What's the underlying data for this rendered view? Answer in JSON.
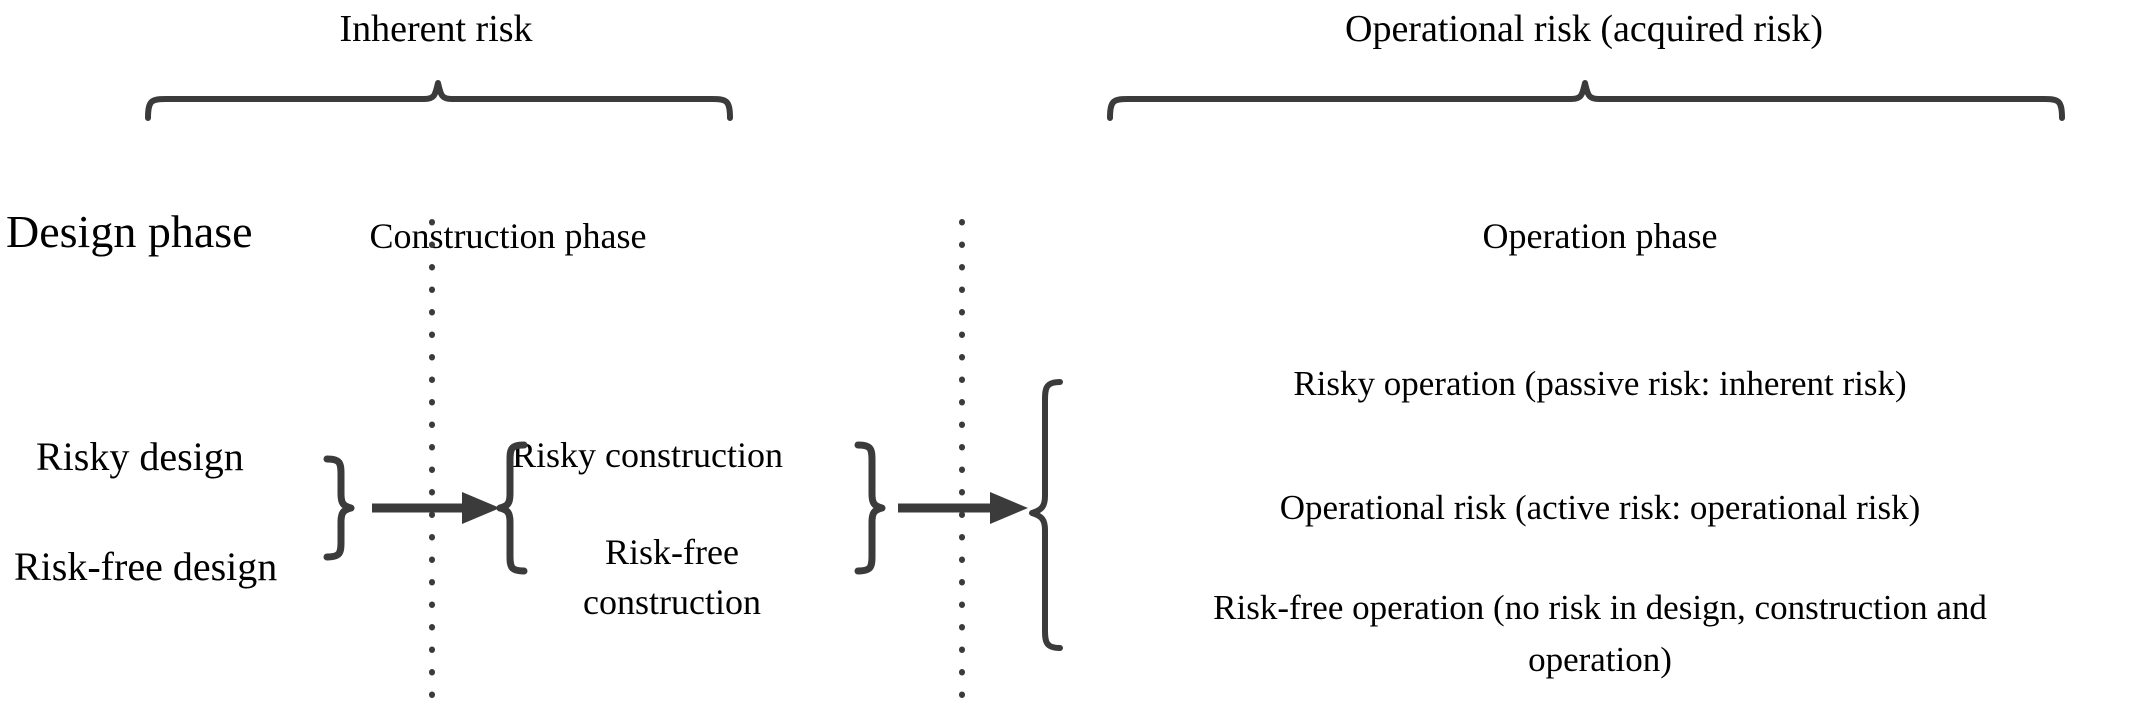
{
  "diagram": {
    "title_groups": [
      {
        "id": "inherent-risk",
        "label": "Inherent risk"
      },
      {
        "id": "operational-risk",
        "label": "Operational risk (acquired risk)"
      }
    ],
    "phases": [
      {
        "id": "design",
        "label": "Design phase"
      },
      {
        "id": "construction",
        "label": "Construction phase"
      },
      {
        "id": "operation",
        "label": "Operation phase"
      }
    ],
    "design_items": [
      {
        "id": "risky-design",
        "label": "Risky design"
      },
      {
        "id": "risk-free-design",
        "label": "Risk-free design"
      }
    ],
    "construction_items": [
      {
        "id": "risky-construction",
        "label": "Risky construction"
      },
      {
        "id": "risk-free-construction-line1",
        "label": "Risk-free"
      },
      {
        "id": "risk-free-construction-line2",
        "label": "construction"
      }
    ],
    "operation_items": [
      {
        "id": "risky-operation",
        "label": "Risky operation (passive risk: inherent risk)"
      },
      {
        "id": "operational-risk-active",
        "label": "Operational risk (active risk: operational risk)"
      },
      {
        "id": "risk-free-operation-line1",
        "label": "Risk-free operation (no risk in design, construction and"
      },
      {
        "id": "risk-free-operation-line2",
        "label": "operation)"
      }
    ],
    "connectors": [
      {
        "id": "arrow-design-to-construction",
        "kind": "arrow-right"
      },
      {
        "id": "arrow-construction-to-operation",
        "kind": "arrow-right"
      }
    ],
    "colors": {
      "text": "#000000",
      "stroke": "#3b3b3b",
      "background": "#ffffff"
    }
  }
}
